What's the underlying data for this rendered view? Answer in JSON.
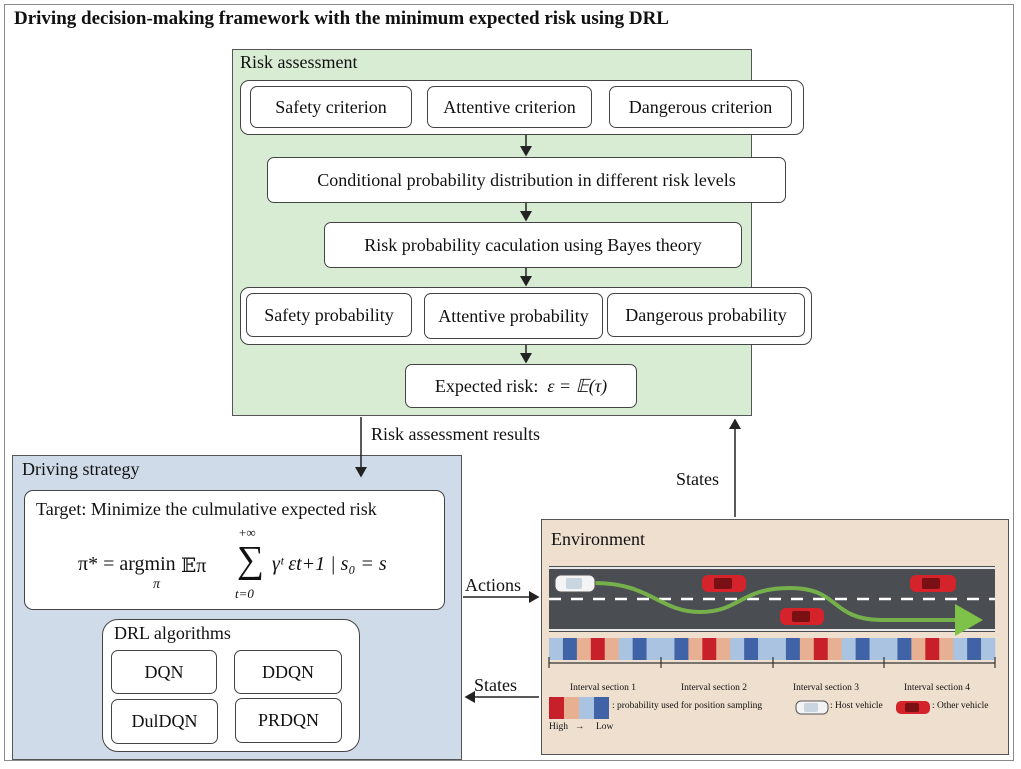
{
  "title": "Driving decision-making framework with the minimum expected risk using DRL",
  "risk_assessment": {
    "title": "Risk assessment",
    "criteria": [
      "Safety criterion",
      "Attentive criterion",
      "Dangerous criterion"
    ],
    "conditional": "Conditional probability  distribution in different risk levels",
    "bayes": "Risk probability caculation using Bayes theory",
    "probabilities": [
      "Safety probability",
      "Attentive probability",
      "Dangerous probability"
    ],
    "expected_risk_label": "Expected risk:",
    "expected_risk_formula": "ε = 𝔼(τ)"
  },
  "arrows": {
    "risk_results": "Risk assessment results",
    "states_top": "States",
    "actions": "Actions",
    "states_bottom": "States"
  },
  "driving_strategy": {
    "title": "Driving strategy",
    "target": "Target: Minimize the culmulative expected risk",
    "formula_lhs": "π* = argmin",
    "formula_sub": "π",
    "formula_E": "𝔼π",
    "formula_sum_top": "+∞",
    "formula_sum_bottom": "t=0",
    "formula_term": "γᵗ εt+1 | s₀ = s",
    "drl_title": "DRL algorithms",
    "algorithms": [
      "DQN",
      "DDQN",
      "DulDQN",
      "PRDQN"
    ]
  },
  "environment": {
    "title": "Environment",
    "intervals": [
      "Interval section 1",
      "Interval section 2",
      "Interval section 3",
      "Interval section 4"
    ],
    "legend_prob": ": probability used for position sampling",
    "legend_host": ": Host vehicle",
    "legend_other": ": Other vehicle",
    "legend_high": "High",
    "legend_arrow": "→",
    "legend_low": "Low",
    "colors": {
      "high": "#c8202a",
      "mid": "#e8b093",
      "low_light": "#a9c3e0",
      "low": "#3f63a6",
      "road": "#4a4e52",
      "path": "#7ec24a"
    }
  }
}
